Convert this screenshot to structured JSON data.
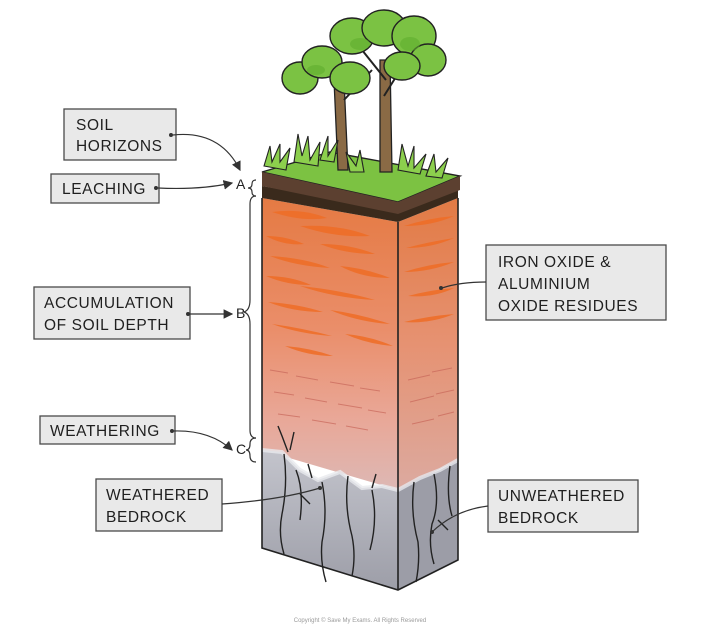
{
  "labels": {
    "soil_horizons_line1": "SOIL",
    "soil_horizons_line2": "HORIZONS",
    "leaching": "LEACHING",
    "accumulation_line1": "ACCUMULATION",
    "accumulation_line2": "OF SOIL DEPTH",
    "weathering": "WEATHERING",
    "weathered_bedrock_line1": "WEATHERED",
    "weathered_bedrock_line2": "BEDROCK",
    "iron_oxide_line1": "IRON OXIDE &",
    "iron_oxide_line2": "ALUMINIUM",
    "iron_oxide_line3": "OXIDE RESIDUES",
    "unweathered_line1": "UNWEATHERED",
    "unweathered_line2": "BEDROCK"
  },
  "horizons": {
    "a": "A",
    "b": "B",
    "c": "C"
  },
  "footer": {
    "copyright": "Copyright © Save My Exams. All Rights Reserved"
  },
  "colors": {
    "grass": "#7cc242",
    "topsoil_edge": "#3a2a1c",
    "soil_orange": "#e57d45",
    "soil_streak": "#ef6d26",
    "soil_pink": "#e7a395",
    "bedrock": "#a2a3ad",
    "bedrock_side": "#8f909a",
    "tree_canopy": "#7bc243",
    "trunk": "#8a6a45"
  },
  "icons": [
    "tree-icon",
    "grass-icon",
    "arrow-icon",
    "bracket-icon"
  ]
}
